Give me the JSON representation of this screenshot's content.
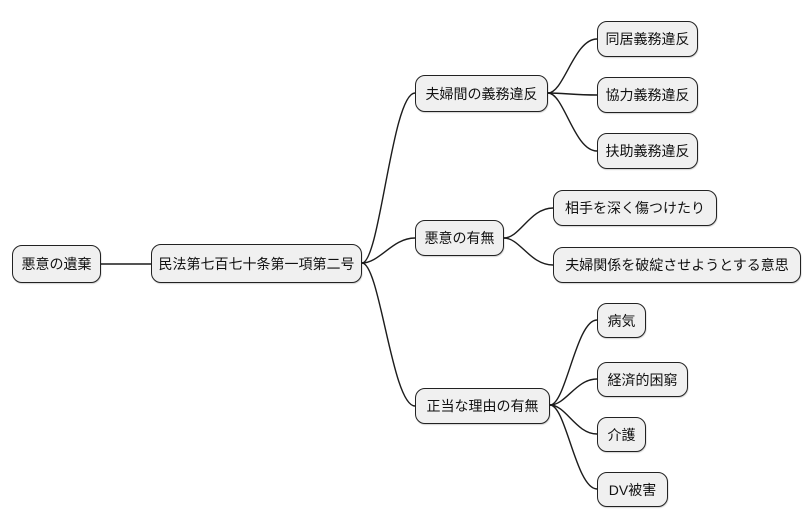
{
  "mindmap": {
    "root": {
      "label": "悪意の遺棄"
    },
    "center": {
      "label": "民法第七百七十条第一項第二号"
    },
    "branches": [
      {
        "label": "夫婦間の義務違反",
        "children": [
          {
            "label": "同居義務違反"
          },
          {
            "label": "協力義務違反"
          },
          {
            "label": "扶助義務違反"
          }
        ]
      },
      {
        "label": "悪意の有無",
        "children": [
          {
            "label": "相手を深く傷つけたり"
          },
          {
            "label": "夫婦関係を破綻させようとする意思"
          }
        ]
      },
      {
        "label": "正当な理由の有無",
        "children": [
          {
            "label": "病気"
          },
          {
            "label": "経済的困窮"
          },
          {
            "label": "介護"
          },
          {
            "label": "DV被害"
          }
        ]
      }
    ],
    "style": {
      "node_fill": "#f0f0f0",
      "node_border": "#222222",
      "line_color": "#1c1c1c",
      "background": "#ffffff"
    }
  }
}
